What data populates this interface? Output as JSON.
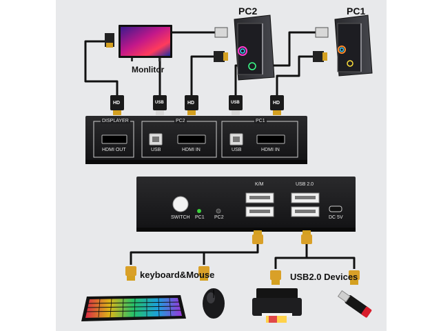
{
  "labels": {
    "monitor": "Monlitor",
    "pc2": "PC2",
    "pc1": "PC1",
    "keyboard_mouse": "keyboard&Mouse",
    "usb_devices": "USB2.0 Devices"
  },
  "back_panel": {
    "displayer": "DISPLAYER",
    "pc2": "PC2",
    "pc1": "PC1",
    "hdmi_out": "HDMI OUT",
    "usb": "USB",
    "hdmi_in": "HDMI IN"
  },
  "front_panel": {
    "km": "K/M",
    "usb20": "USB 2.0",
    "switch": "SWITCH",
    "pc1": "PC1",
    "pc2": "PC2",
    "dc": "DC 5V"
  },
  "plug_labels": {
    "hd": "HD",
    "usb": "USB"
  },
  "colors": {
    "background": "#e8e9eb",
    "device_body": "#1c1c1e",
    "gold_connector": "#d4a020",
    "led_green": "#3cd23c"
  },
  "icons": [
    "monitor",
    "pc-tower",
    "keyboard",
    "mouse",
    "printer",
    "usb-flash-drive"
  ]
}
